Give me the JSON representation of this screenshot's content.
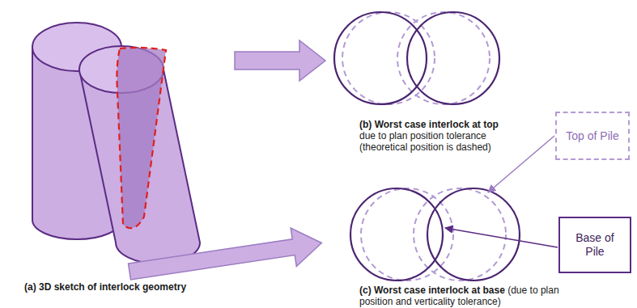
{
  "diagram": {
    "nodes": [
      {
        "text": [
          "Top of Pile"
        ]
      },
      {
        "text": [
          "Base of Pile"
        ]
      }
    ],
    "labels": [
      "(a) 3D sketch of interlock geometry",
      "(b) Worst case interlock at top",
      "due to plan position tolerance (theoretical position is dashed)",
      "(c) Worst case interlock at base",
      "(due to plan position and verticality tolerance)"
    ]
  }
}
